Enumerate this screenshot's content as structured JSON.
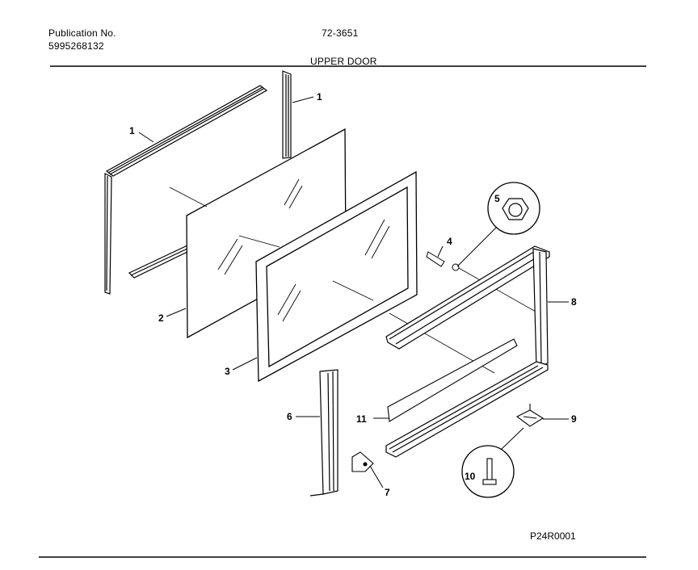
{
  "header": {
    "publication_label": "Publication No.",
    "publication_number": "5995268132",
    "model": "72-3651",
    "section_title": "UPPER DOOR"
  },
  "figure_id": "P24R0001",
  "callouts": {
    "p1a": "1",
    "p1b": "1",
    "p2": "2",
    "p3": "3",
    "p4": "4",
    "p5": "5",
    "p6": "6",
    "p7": "7",
    "p8": "8",
    "p9": "9",
    "p10": "10",
    "p11": "11"
  }
}
